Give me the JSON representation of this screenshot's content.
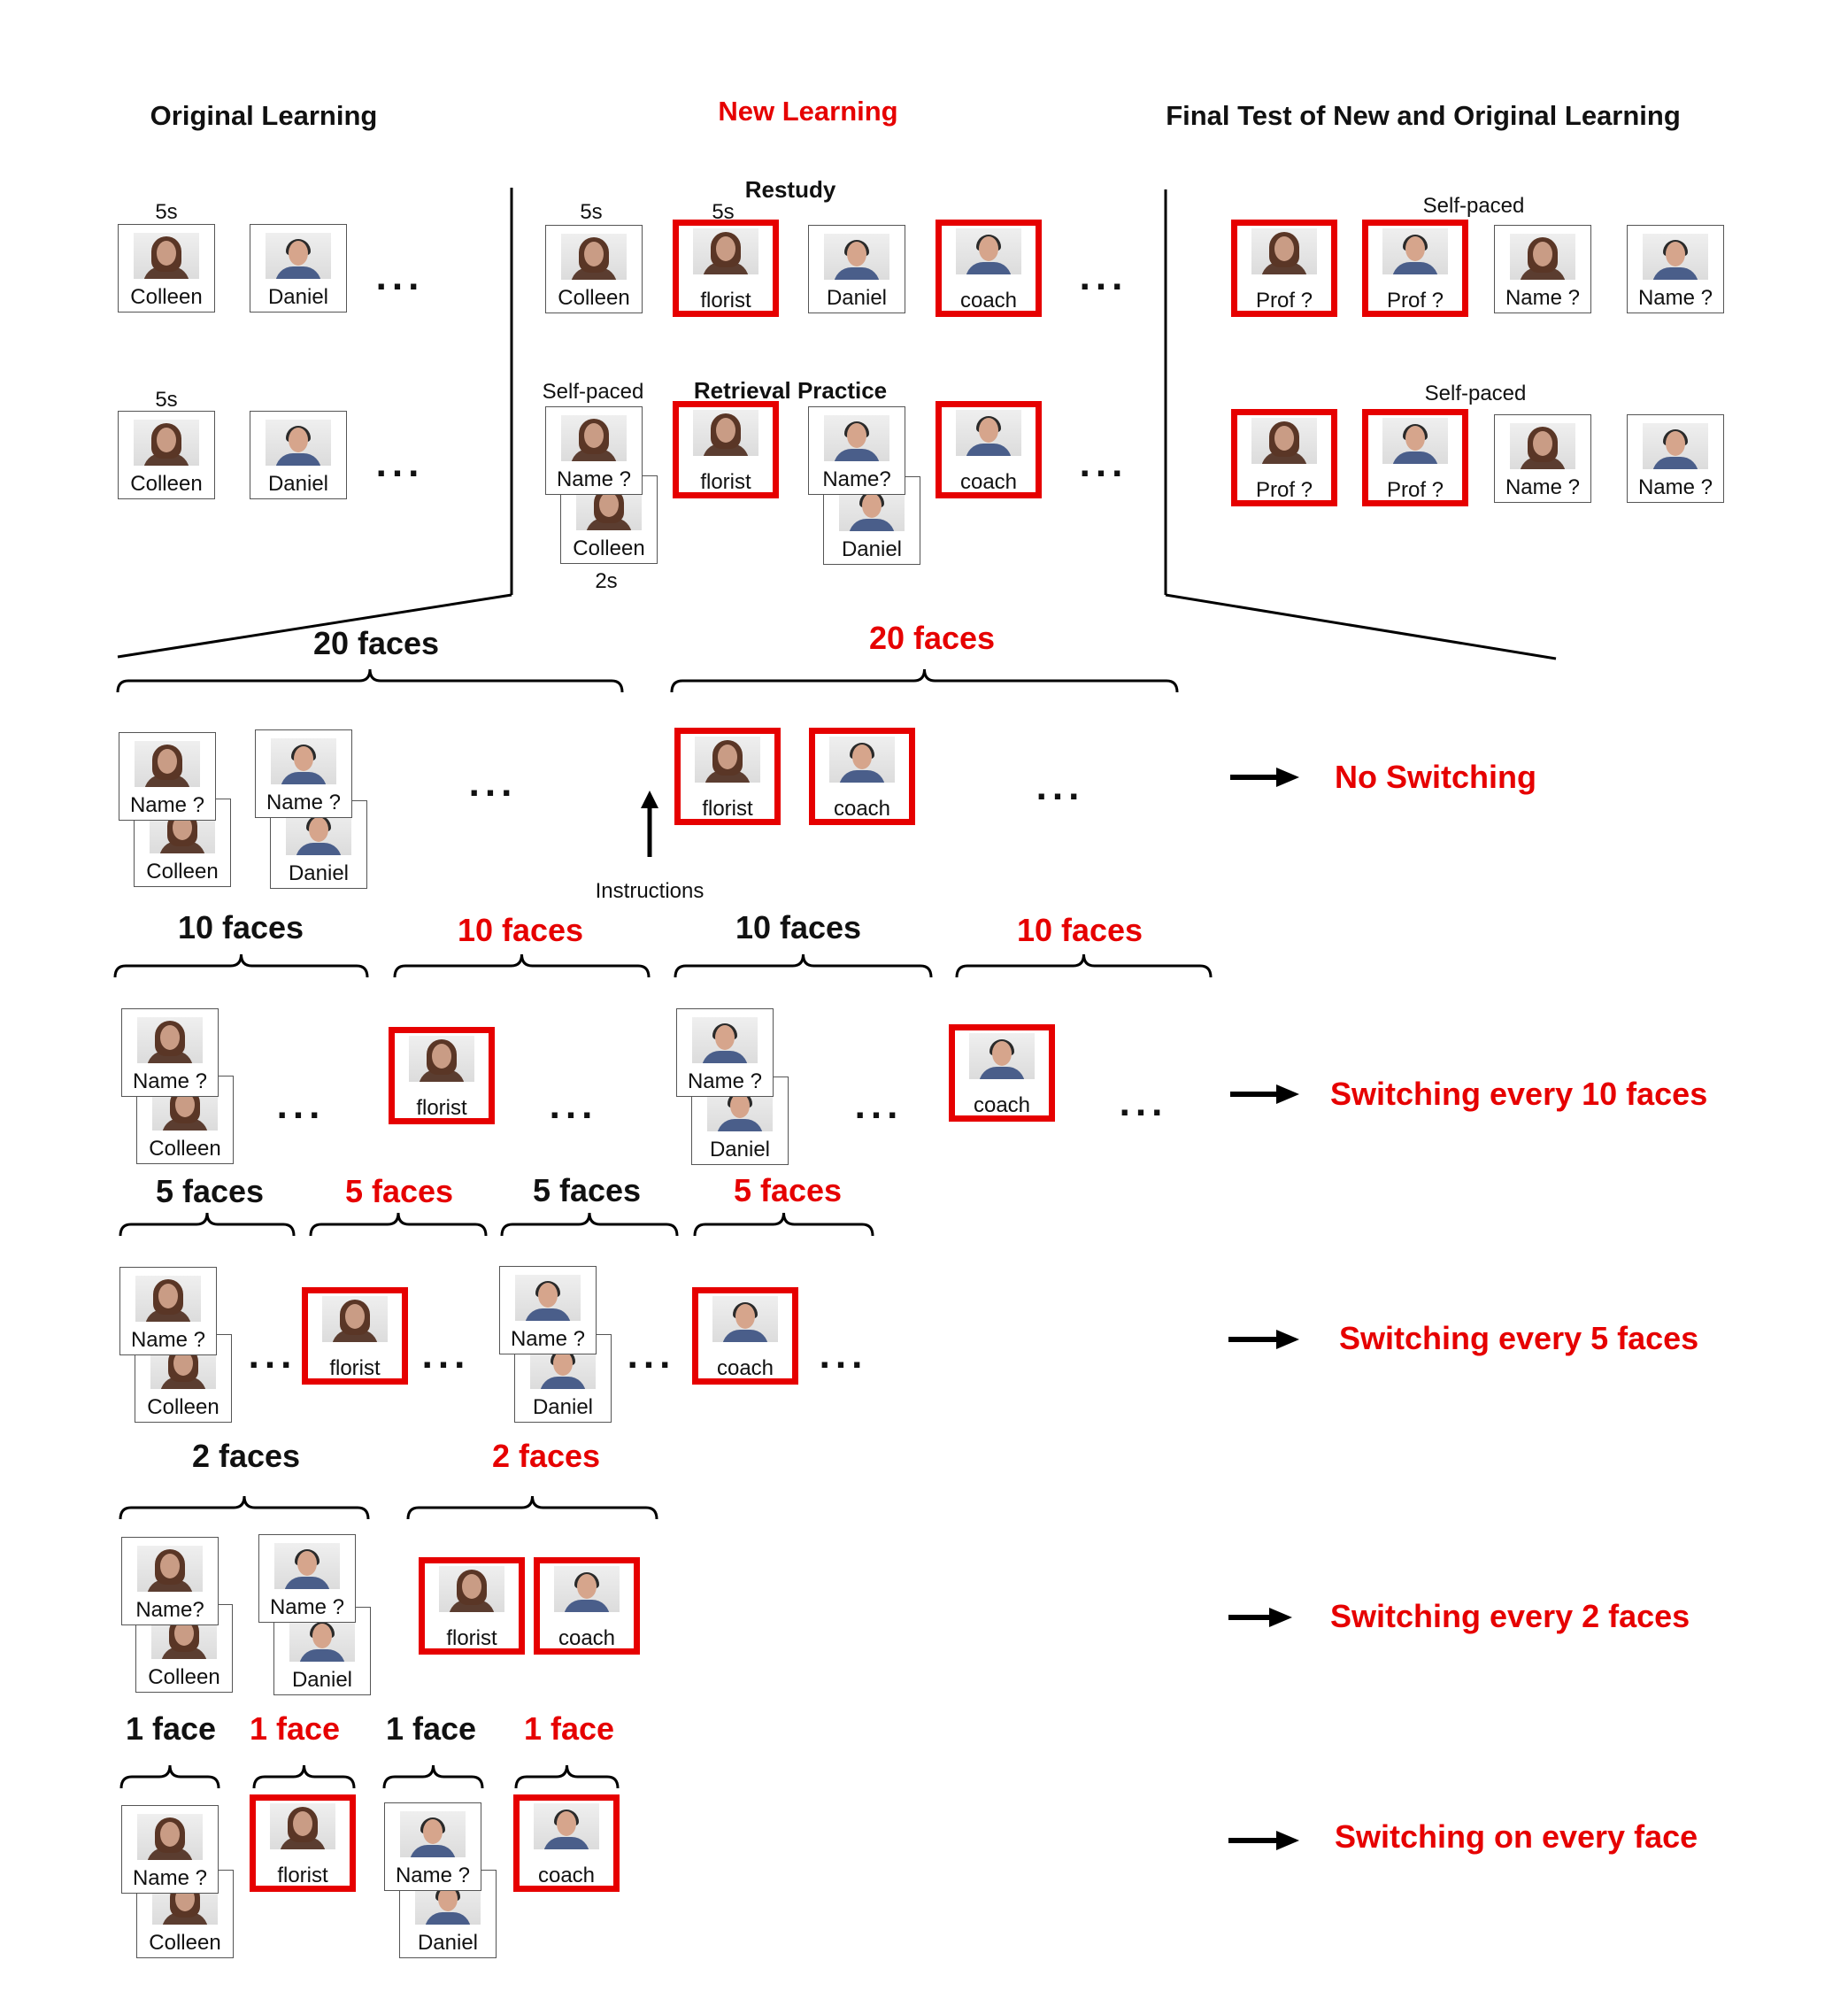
{
  "headers": {
    "original": "Original Learning",
    "new": "New Learning",
    "final": "Final Test of New and Original Learning"
  },
  "subheads": {
    "restudy": "Restudy",
    "retrieval": "Retrieval Practice"
  },
  "timing": {
    "t5s": "5s",
    "t2s": "2s",
    "self_paced": "Self-paced"
  },
  "names": {
    "colleen": "Colleen",
    "daniel": "Daniel",
    "name_q": "Name ?",
    "name_q_tight": "Name?",
    "florist": "florist",
    "coach": "coach",
    "prof_q": "Prof ?"
  },
  "counts": {
    "c20": "20 faces",
    "c10": "10 faces",
    "c5": "5 faces",
    "c2": "2 faces",
    "c1": "1 face"
  },
  "instructions": "Instructions",
  "ellipsis": "...",
  "conditions": {
    "no_switch": "No Switching",
    "sw10": "Switching every 10 faces",
    "sw5": "Switching every 5 faces",
    "sw2": "Switching every 2 faces",
    "sw1": "Switching on every face"
  },
  "colors": {
    "new_learning": "#e60000",
    "original_learning": "#111111"
  }
}
